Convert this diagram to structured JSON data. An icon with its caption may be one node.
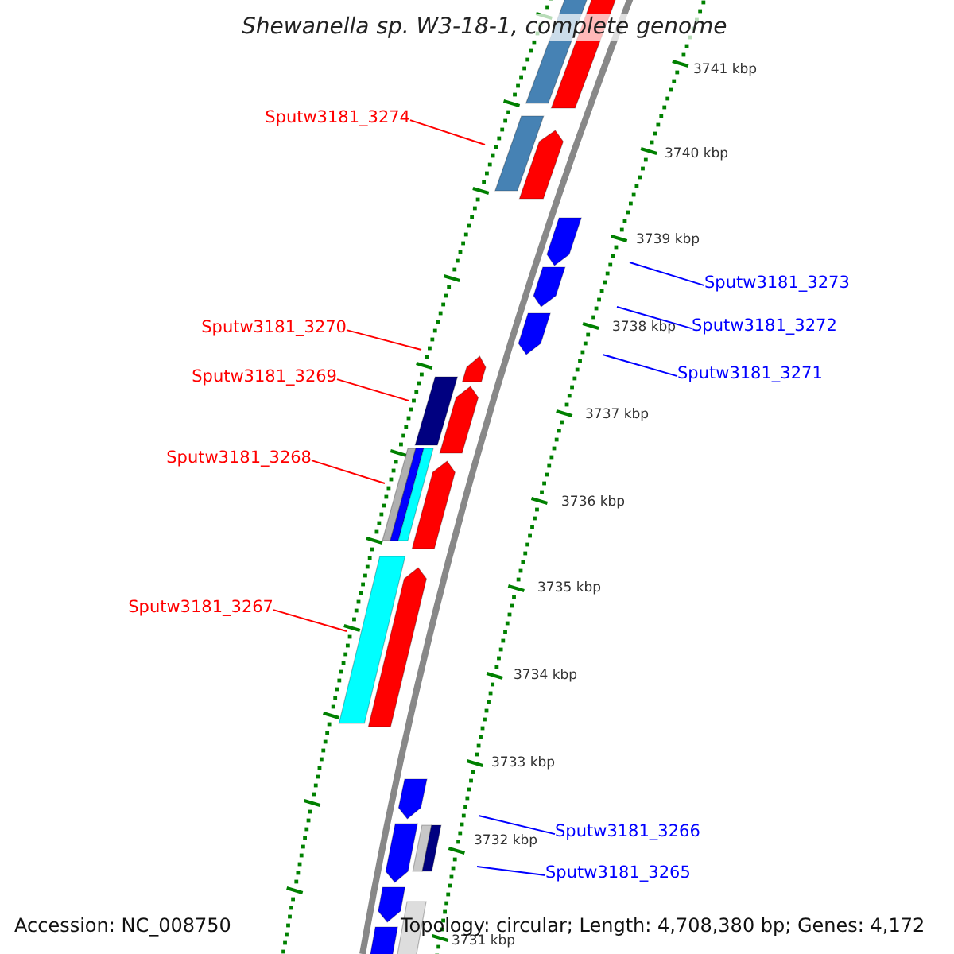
{
  "diagram": {
    "title": "Shewanella sp. W3-18-1, complete genome",
    "nodes": [
      {
        "text": [
          "Sputw3181_3274"
        ]
      },
      {
        "text": [
          "Sputw3181_3273"
        ]
      },
      {
        "text": [
          "Sputw3181_3272"
        ]
      },
      {
        "text": [
          "Sputw3181_3270"
        ]
      },
      {
        "text": [
          "Sputw3181_3271"
        ]
      },
      {
        "text": [
          "Sputw3181_3269"
        ]
      },
      {
        "text": [
          "Sputw3181_3268"
        ]
      },
      {
        "text": [
          "Sputw3181_3267"
        ]
      },
      {
        "text": [
          "Sputw3181_3266"
        ]
      },
      {
        "text": [
          "Sputw3181_3265"
        ]
      }
    ],
    "edges": [
      {
        "from": 0,
        "to": null,
        "arrow": "none",
        "color": "#ff0000"
      },
      {
        "from": 1,
        "to": null,
        "arrow": "none",
        "color": "#0000ff"
      },
      {
        "from": 2,
        "to": null,
        "arrow": "none",
        "color": "#0000ff"
      },
      {
        "from": 3,
        "to": null,
        "arrow": "none",
        "color": "#ff0000"
      },
      {
        "from": 4,
        "to": null,
        "arrow": "none",
        "color": "#0000ff"
      },
      {
        "from": 5,
        "to": null,
        "arrow": "none",
        "color": "#ff0000"
      },
      {
        "from": 6,
        "to": null,
        "arrow": "none",
        "color": "#ff0000"
      },
      {
        "from": 7,
        "to": null,
        "arrow": "none",
        "color": "#ff0000"
      },
      {
        "from": 8,
        "to": null,
        "arrow": "none",
        "color": "#0000ff"
      },
      {
        "from": 9,
        "to": null,
        "arrow": "none",
        "color": "#0000ff"
      }
    ],
    "labels": [
      "3741 kbp",
      "3740 kbp",
      "3739 kbp",
      "3738 kbp",
      "3737 kbp",
      "3736 kbp",
      "3735 kbp",
      "3734 kbp",
      "3733 kbp",
      "3732 kbp",
      "3731 kbp",
      "Accession: NC_008750",
      "Topology: circular; Length: 4,708,380 bp; Genes: 4,172"
    ]
  }
}
